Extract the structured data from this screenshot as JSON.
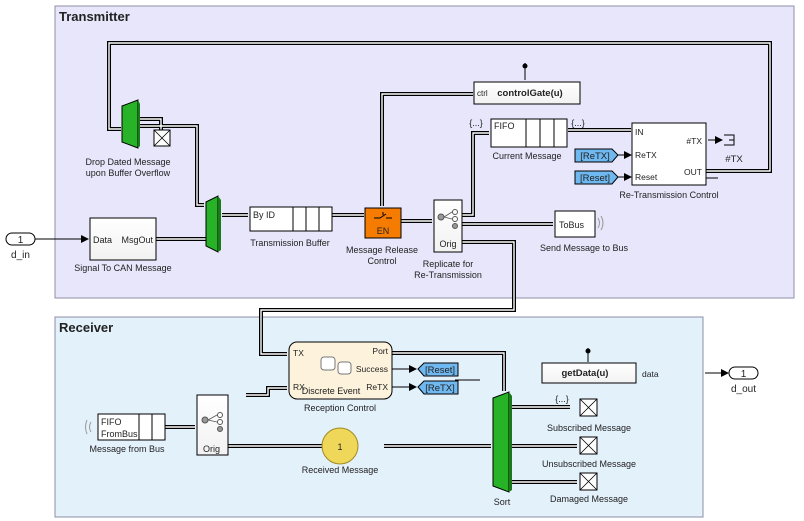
{
  "subsystems": {
    "transmitter": "Transmitter",
    "receiver": "Receiver"
  },
  "ports": {
    "d_in_number": "1",
    "d_in_label": "d_in",
    "d_out_number": "1",
    "d_out_label": "d_out"
  },
  "blocks": {
    "signal_to_can": {
      "in_port": "Data",
      "out_port": "MsgOut",
      "caption": "Signal To CAN Message"
    },
    "drop_dated": {
      "caption_line1": "Drop Dated Message",
      "caption_line2": "upon Buffer Overflow"
    },
    "transmission_buffer": {
      "port_label": "By ID",
      "caption": "Transmission Buffer"
    },
    "message_release": {
      "port_label": "EN",
      "caption_line1": "Message Release",
      "caption_line2": "Control"
    },
    "replicate": {
      "port_label": "Orig",
      "caption_line1": "Replicate for",
      "caption_line2": "Re-Transmission"
    },
    "control_gate": {
      "port_label": "ctrl",
      "function": "controlGate(u)"
    },
    "current_message": {
      "port_label": "FIFO",
      "caption": "Current Message",
      "goto_tag": "{...}"
    },
    "retx_goto": "[ReTX]",
    "reset_goto": "[Reset]",
    "retransmission_control": {
      "in_ports": [
        "IN",
        "ReTX",
        "Reset"
      ],
      "out_ports": [
        "#TX",
        "OUT"
      ],
      "caption": "Re-Transmission Control"
    },
    "tx_display": "#TX",
    "to_bus": {
      "label": "ToBus",
      "caption": "Send Message to Bus"
    },
    "reception_control": {
      "in_ports": [
        "TX",
        "RX"
      ],
      "out_ports": [
        "Port",
        "Success",
        "ReTX"
      ],
      "inner_label": "Discrete Event",
      "caption": "Reception Control"
    },
    "reset_from": "[Reset]",
    "retx_from": "[ReTX]",
    "message_from_bus": {
      "line1": "FIFO",
      "line2": "FromBus",
      "caption": "Message from Bus"
    },
    "orig_receiver": {
      "port_label": "Orig"
    },
    "received_message": {
      "value": "1",
      "caption": "Received Message"
    },
    "sort": {
      "caption": "Sort"
    },
    "get_data": {
      "function": "getData(u)",
      "port_label": "data"
    },
    "subscribed": {
      "caption": "Subscribed Message",
      "tag": "{...}"
    },
    "unsubscribed": {
      "caption": "Unsubscribed Message"
    },
    "damaged": {
      "caption": "Damaged Message"
    }
  },
  "colors": {
    "transmitter_bg": "#e7e6fb",
    "receiver_bg": "#e3f1fb",
    "subsystem_title": "#5b6b7b",
    "green_block": "#27b227",
    "orange_block": "#f57c00",
    "goto_blue": "#6fb8f0",
    "received_yellow": "#efd75a",
    "function_text": "#1e6b2c"
  }
}
